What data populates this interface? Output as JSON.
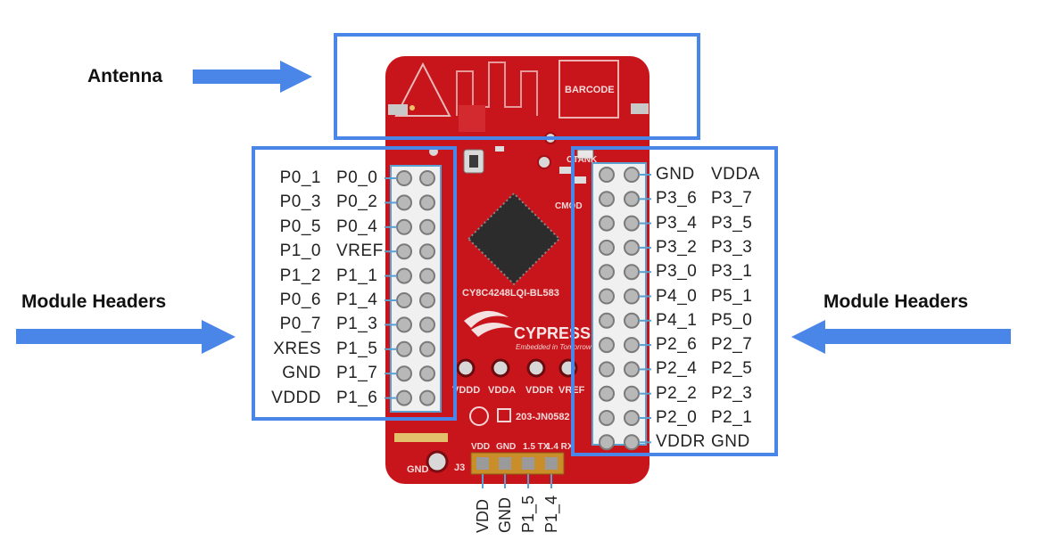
{
  "callouts": {
    "antenna": "Antenna",
    "headers_left": "Module Headers",
    "headers_right": "Module Headers"
  },
  "left_header": {
    "outer": [
      "P0_1",
      "P0_3",
      "P0_5",
      "P1_0",
      "P1_2",
      "P0_6",
      "P0_7",
      "XRES",
      "GND",
      "VDDD"
    ],
    "inner": [
      "P0_0",
      "P0_2",
      "P0_4",
      "VREF",
      "P1_1",
      "P1_4",
      "P1_3",
      "P1_5",
      "P1_7",
      "P1_6"
    ]
  },
  "right_header": {
    "inner": [
      "GND",
      "P3_6",
      "P3_4",
      "P3_2",
      "P3_0",
      "P4_0",
      "P4_1",
      "P2_6",
      "P2_4",
      "P2_2",
      "P2_0",
      "VDDR"
    ],
    "outer": [
      "VDDA",
      "P3_7",
      "P3_5",
      "P3_3",
      "P3_1",
      "P5_1",
      "P5_0",
      "P2_7",
      "P2_5",
      "P2_3",
      "P2_1",
      "GND"
    ]
  },
  "bottom_header": {
    "labels": [
      "VDD",
      "GND",
      "P1_5",
      "P1_4"
    ],
    "silk": [
      "VDD",
      "GND",
      "1.5 TX",
      "1.4 RX"
    ],
    "ref": "J3"
  },
  "board_silk": {
    "chip": "CY8C4248LQI-BL583",
    "barcode": "BARCODE",
    "brand": "CYPRESS",
    "tagline": "Embedded in Tomorrow",
    "cert": "203-JN0582",
    "bottom_pads": [
      "VDDD",
      "VDDA",
      "VDDR",
      "VREF"
    ],
    "gnd_pad": "GND",
    "ctank": "CTANK",
    "cmod": "CMOD"
  },
  "colors": {
    "highlight": "#4a86e8",
    "board": "#c8141b",
    "pin": "#b8b8b8",
    "guide": "#5aa0d0"
  }
}
